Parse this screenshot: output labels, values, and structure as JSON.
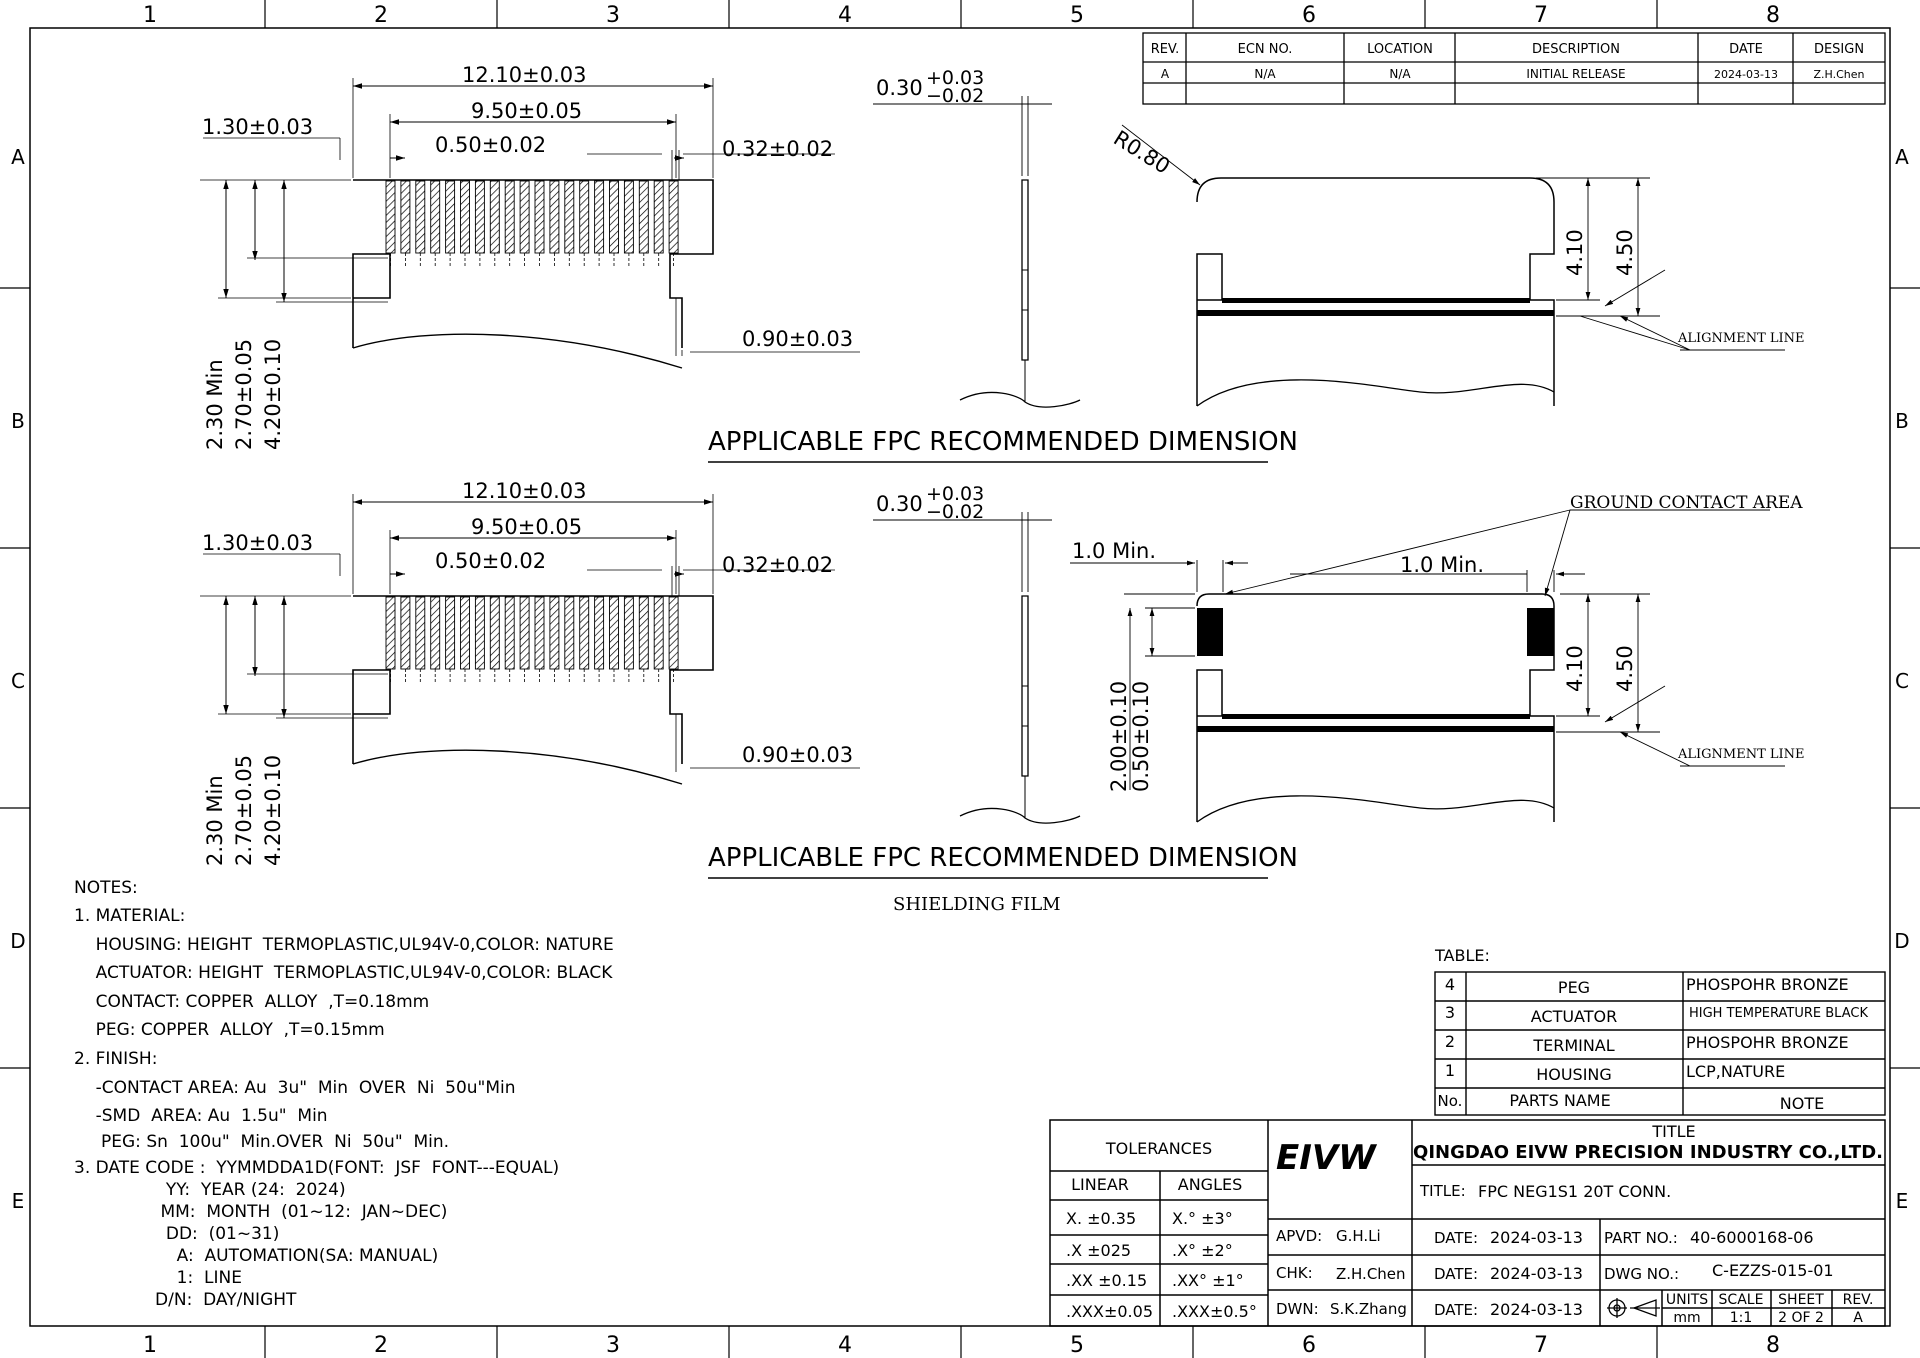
{
  "border": {
    "cols": [
      "1",
      "2",
      "3",
      "4",
      "5",
      "6",
      "7",
      "8"
    ],
    "rows": [
      "A",
      "B",
      "C",
      "D",
      "E"
    ]
  },
  "revision": {
    "headers": [
      "REV.",
      "ECN NO.",
      "LOCATION",
      "DESCRIPTION",
      "DATE",
      "DESIGN"
    ],
    "row": [
      "A",
      "N/A",
      "N/A",
      "INITIAL RELEASE",
      "2024-03-13",
      "Z.H.Chen"
    ]
  },
  "views": {
    "section_title": "APPLICABLE FPC RECOMMENDED DIMENSION",
    "top": {
      "overall": "12.10±0.03",
      "span": "9.50±0.05",
      "pitch": "0.50±0.02",
      "pin_width": "0.32±0.02",
      "edge": "1.30±0.03",
      "notch": "0.90±0.03",
      "h1": "2.30 Min",
      "h2": "2.70±0.05",
      "h3": "4.20±0.10",
      "thickness_base": "0.30",
      "thickness_plus": "+0.03",
      "thickness_minus": "−0.02",
      "radius": "R0.80",
      "d410": "4.10",
      "d450": "4.50",
      "alignment": "ALIGNMENT LINE"
    },
    "bottom": {
      "overall": "12.10±0.03",
      "span": "9.50±0.05",
      "pitch": "0.50±0.02",
      "pin_width": "0.32±0.02",
      "edge": "1.30±0.03",
      "notch": "0.90±0.03",
      "h1": "2.30 Min",
      "h2": "2.70±0.05",
      "h3": "4.20±0.10",
      "thickness_base": "0.30",
      "thickness_plus": "+0.03",
      "thickness_minus": "−0.02",
      "min_left": "1.0 Min.",
      "min_right": "1.0 Min.",
      "ground": "GROUND CONTACT AREA",
      "v200": "2.00±0.10",
      "v050": "0.50±0.10",
      "d410": "4.10",
      "d450": "4.50",
      "alignment": "ALIGNMENT LINE",
      "caption": "SHIELDING FILM"
    }
  },
  "notes": [
    "NOTES:",
    "1. MATERIAL:",
    "    HOUSING: HEIGHT  TERMOPLASTIC,UL94V-0,COLOR: NATURE",
    "    ACTUATOR: HEIGHT  TERMOPLASTIC,UL94V-0,COLOR: BLACK",
    "    CONTACT: COPPER  ALLOY  ,T=0.18mm",
    "    PEG: COPPER  ALLOY  ,T=0.15mm",
    "2. FINISH:",
    "    -CONTACT AREA: Au  3u\"  Min  OVER  Ni  50u\"Min",
    "    -SMD  AREA: Au  1.5u\"  Min",
    "     PEG: Sn  100u\"  Min.OVER  Ni  50u\"  Min.",
    "3. DATE CODE :  YYMMDDA1D(FONT:  JSF  FONT---EQUAL)",
    "                 YY:  YEAR (24:  2024)",
    "                MM:  MONTH  (01~12:  JAN~DEC)",
    "                 DD:  (01~31)",
    "                   A:  AUTOMATION(SA: MANUAL)",
    "                   1:  LINE",
    "               D/N:  DAY/NIGHT"
  ],
  "parts_table": {
    "label": "TABLE:",
    "rows": [
      {
        "no": "4",
        "name": "PEG",
        "note": "PHOSPOHR  BRONZE"
      },
      {
        "no": "3",
        "name": "ACTUATOR",
        "note": "HIGH  TEMPERATURE  BLACK"
      },
      {
        "no": "2",
        "name": "TERMINAL",
        "note": "PHOSPOHR  BRONZE"
      },
      {
        "no": "1",
        "name": "HOUSING",
        "note": "LCP,NATURE"
      }
    ],
    "header": {
      "no": "No.",
      "name": "PARTS NAME",
      "note": "NOTE"
    }
  },
  "title_block": {
    "tolerances": "TOLERANCES",
    "linear": "LINEAR",
    "angles": "ANGLES",
    "tol_rows": [
      {
        "lin": "X.   ±0.35",
        "ang": "X.°   ±3°"
      },
      {
        "lin": ".X   ±025",
        "ang": ".X°   ±2°"
      },
      {
        "lin": ".XX ±0.15",
        "ang": ".XX°  ±1°"
      },
      {
        "lin": ".XXX±0.05",
        "ang": ".XXX±0.5°"
      }
    ],
    "logo": "EIVW",
    "title_label": "TITLE",
    "company": "QINGDAO EIVW PRECISION INDUSTRY CO.,LTD.",
    "title_key": "TITLE:",
    "title_value": "FPC  NEG1S1  20T  CONN.",
    "apvd_key": "APVD:",
    "apvd_val": "G.H.Li",
    "chk_key": "CHK:",
    "chk_val": "Z.H.Chen",
    "dwn_key": "DWN:",
    "dwn_val": "S.K.Zhang",
    "date_key": "DATE:",
    "date1": "2024-03-13",
    "date2": "2024-03-13",
    "date3": "2024-03-13",
    "part_key": "PART NO.:",
    "part_val": "40-6000168-06",
    "dwg_key": "DWG NO.:",
    "dwg_val": "C-EZZS-015-01",
    "units_h": "UNITS",
    "units_v": "mm",
    "scale_h": "SCALE",
    "scale_v": "1:1",
    "sheet_h": "SHEET",
    "sheet_v": "2 OF 2",
    "rev_h": "REV.",
    "rev_v": "A"
  },
  "colors": {
    "line": "#000000",
    "hatch": "#000000",
    "paper": "#ffffff"
  }
}
